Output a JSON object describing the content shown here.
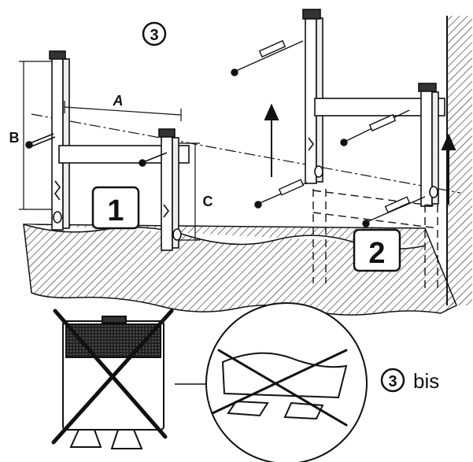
{
  "step": {
    "number": "③",
    "bis_number": "③",
    "bis_text": "bis"
  },
  "dimensions": {
    "a": "A",
    "b": "B",
    "c": "C"
  },
  "stages": {
    "first": "1",
    "second": "2"
  }
}
